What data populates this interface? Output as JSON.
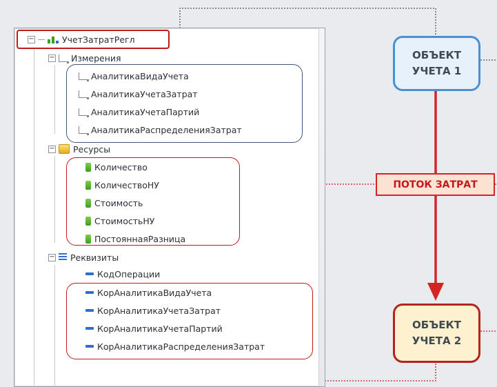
{
  "tree": {
    "root": {
      "label": "УчетЗатратРегл"
    },
    "groups": [
      {
        "label": "Измерения",
        "icon": "dimensions-icon",
        "items": [
          "АналитикаВидаУчета",
          "АналитикаУчетаЗатрат",
          "АналитикаУчетаПартий",
          "АналитикаРаспределенияЗатрат"
        ]
      },
      {
        "label": "Ресурсы",
        "icon": "resources-icon",
        "items": [
          "Количество",
          "КоличествоНУ",
          "Стоимость",
          "СтоимостьНУ",
          "ПостояннаяРазница"
        ]
      },
      {
        "label": "Реквизиты",
        "icon": "attributes-icon",
        "items": [
          "КодОперации",
          "КорАналитикаВидаУчета",
          "КорАналитикаУчетаЗатрат",
          "КорАналитикаУчетаПартий",
          "КорАналитикаРаспределенияЗатрат"
        ]
      }
    ]
  },
  "diagram": {
    "object1": {
      "line1": "ОБЪЕКТ",
      "line2": "УЧЕТА 1"
    },
    "object2": {
      "line1": "ОБЪЕКТ",
      "line2": "УЧЕТА 2"
    },
    "flow_label": "ПОТОК ЗАТРАТ"
  },
  "colors": {
    "highlight_red": "#c4181c",
    "blue_group": "#3e5a7a",
    "object1_fill": "#e6f1fb",
    "object1_border": "#4a8fd0",
    "object2_fill": "#fdf1cf",
    "object2_border": "#b3241c",
    "flow_fill": "#fbe3d3"
  }
}
